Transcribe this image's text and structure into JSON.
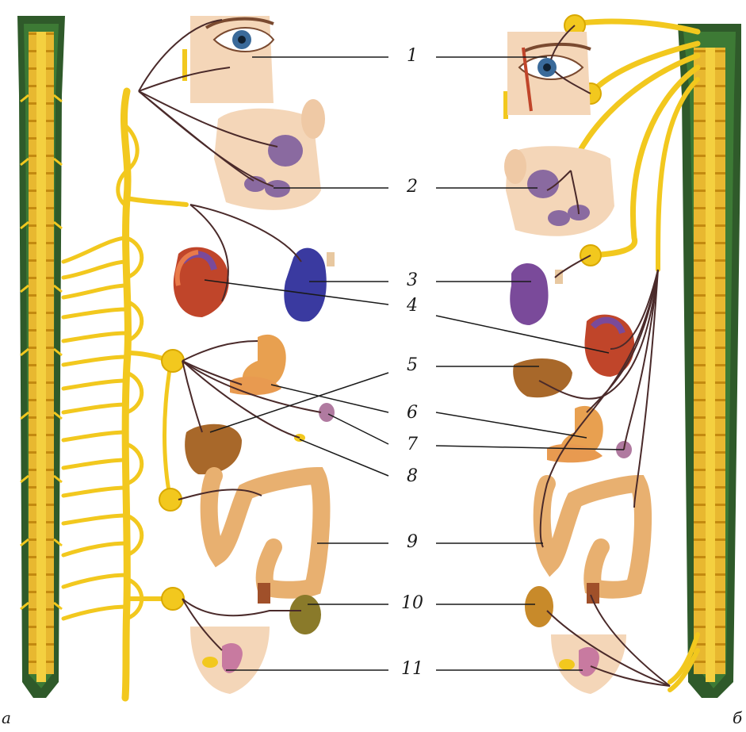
{
  "panel_labels": {
    "left": "а",
    "right": "б"
  },
  "numbers": [
    "1",
    "2",
    "3",
    "4",
    "5",
    "6",
    "7",
    "8",
    "9",
    "10",
    "11"
  ],
  "colors": {
    "nerve_yellow": "#f2c81e",
    "spine_green": "#2f5a2a",
    "vertebra": "#e8b830",
    "nerve_line": "#4a2a2a",
    "heart": "#c0452a",
    "lung_blue": "#3a3aa0",
    "lung_purple": "#7a4a9a",
    "liver": "#a8682a",
    "gland": "#8a6aa0",
    "intestine": "#e8b070",
    "skin": "#f4d6b8",
    "kidney": "#8a7a2a",
    "bladder": "#c87aa0"
  }
}
